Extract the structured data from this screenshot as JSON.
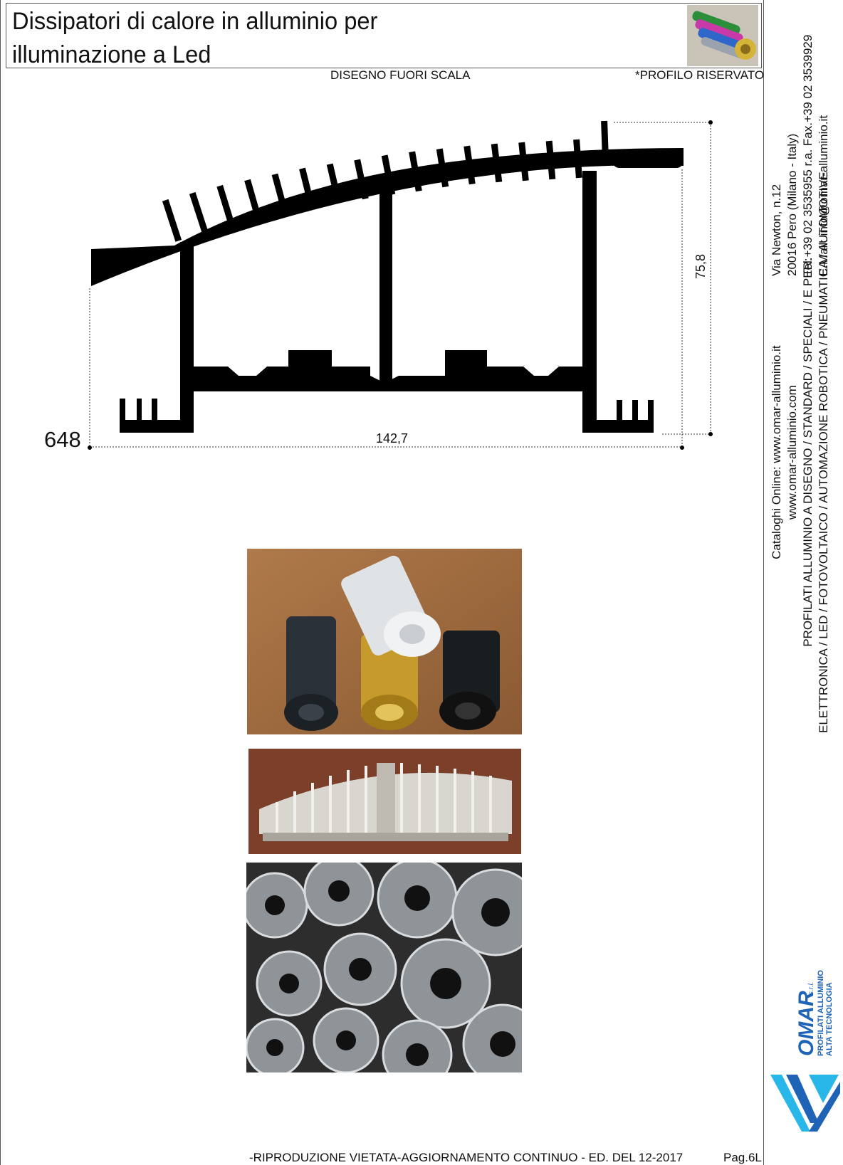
{
  "header": {
    "title_line1": "Dissipatori di calore in alluminio per",
    "title_line2": "illuminazione a Led"
  },
  "notes": {
    "scale": "DISEGNO FUORI SCALA",
    "reserved": "*PROFILO RISERVATO"
  },
  "drawing": {
    "profile_code": "648",
    "width_dim": "142,7",
    "height_dim": "75,8"
  },
  "sidebar": {
    "address": [
      "Via Newton, n.12",
      "20016 Pero (Milano - Italy)",
      "Tel.+39 02 3535955 r.a. Fax.+39 02 3539929",
      "E.Mail: info@omar-alluminio.it"
    ],
    "catalog": [
      "Cataloghi Online: www.omar-alluminio.it",
      "www.omar-alluminio.com",
      "PROFILATI ALLUMINIO A DISEGNO / STANDARD / SPECIALI / E PER:",
      "ELETTRONICA / LED / FOTOVOLTAICO / AUTOMAZIONE ROBOTICA / PNEUMATICA / AUTOMOTIVE"
    ],
    "logo": {
      "brand": "OMAR",
      "suffix": "s.r.l.",
      "tagline_1": "PROFILATI ALLUMINIO",
      "tagline_2": "ALTA TECNOLOGIA",
      "color_blue": "#1e63b5",
      "color_cyan": "#29b6e8"
    }
  },
  "footer": {
    "notice": "-RIPRODUZIONE VIETATA-AGGIORNAMENTO CONTINUO - ED. DEL 12-2017",
    "page": "Pag.6L"
  }
}
